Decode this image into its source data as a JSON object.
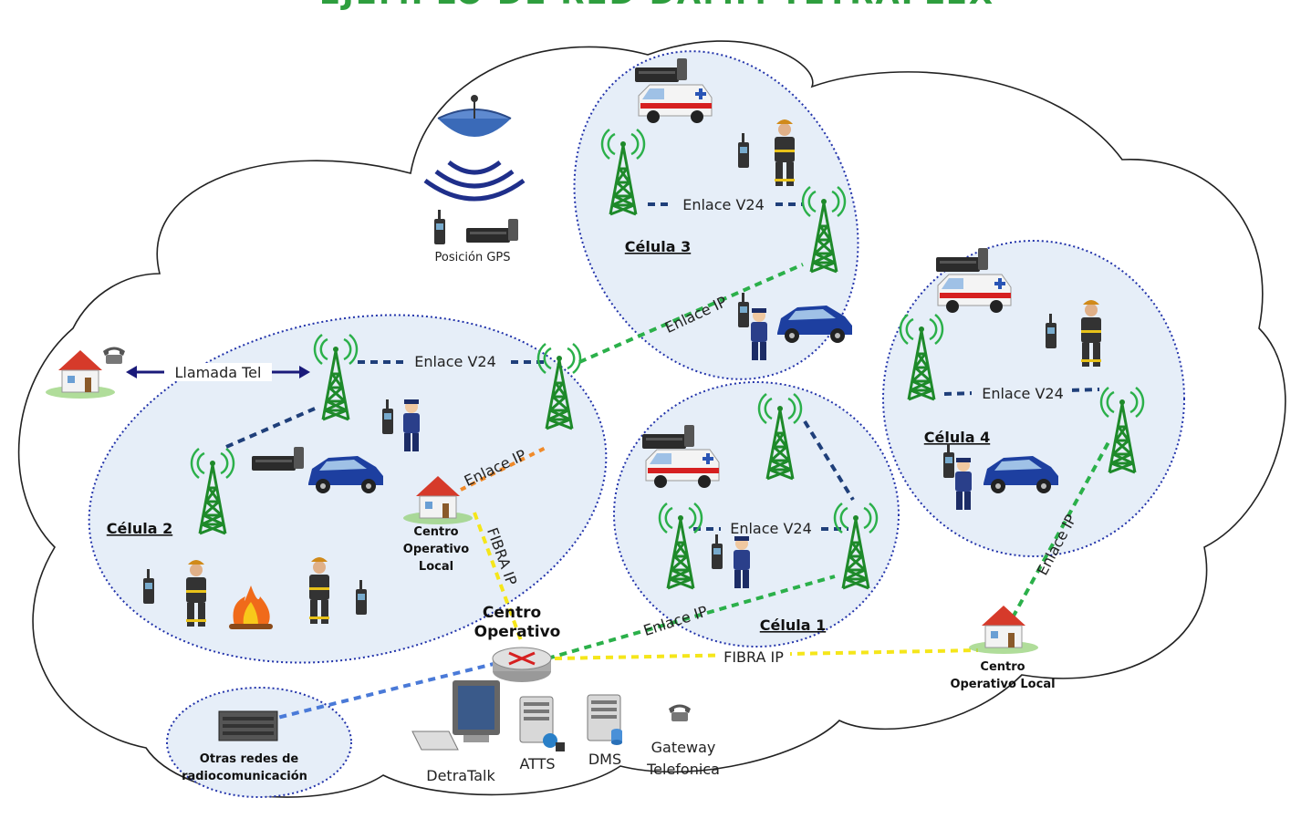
{
  "title": "EJEMPLO DE RED DAMM TETRAFLEX",
  "gps": {
    "label": "Posición GPS"
  },
  "home_call": {
    "label": "Llamada Tel"
  },
  "cells": {
    "c1": {
      "name": "Célula 1",
      "v24": "Enlace V24",
      "ip": "Enlace IP"
    },
    "c2": {
      "name": "Célula 2",
      "v24": "Enlace V24",
      "ip": "Enlace IP",
      "fibra": "FIBRA IP",
      "local_line1": "Centro",
      "local_line2": "Operativo",
      "local_line3": "Local"
    },
    "c3": {
      "name": "Célula 3",
      "v24": "Enlace V24",
      "ip": "Enlace IP"
    },
    "c4": {
      "name": "Célula 4",
      "v24": "Enlace V24",
      "ip": "Enlace IP"
    }
  },
  "center": {
    "line1": "Centro",
    "line2": "Operativo",
    "fibra": "FIBRA IP"
  },
  "local_right": {
    "line1": "Centro",
    "line2": "Operativo Local"
  },
  "other_nets": {
    "line1": "Otras redes de",
    "line2": "radiocomunicación"
  },
  "apps": {
    "detratalk": "DetraTalk",
    "atts": "ATTS",
    "dms": "DMS",
    "gw1": "Gateway",
    "gw2": "Telefonica"
  },
  "colors": {
    "green": "#2e9e3e",
    "navy": "#1f3f7a",
    "cell_fill": "#e6eef8",
    "cell_border": "#2233aa",
    "fiber": "#f5e61a",
    "ip_link": "#2bb04a",
    "tower": "#1e8a2a"
  }
}
